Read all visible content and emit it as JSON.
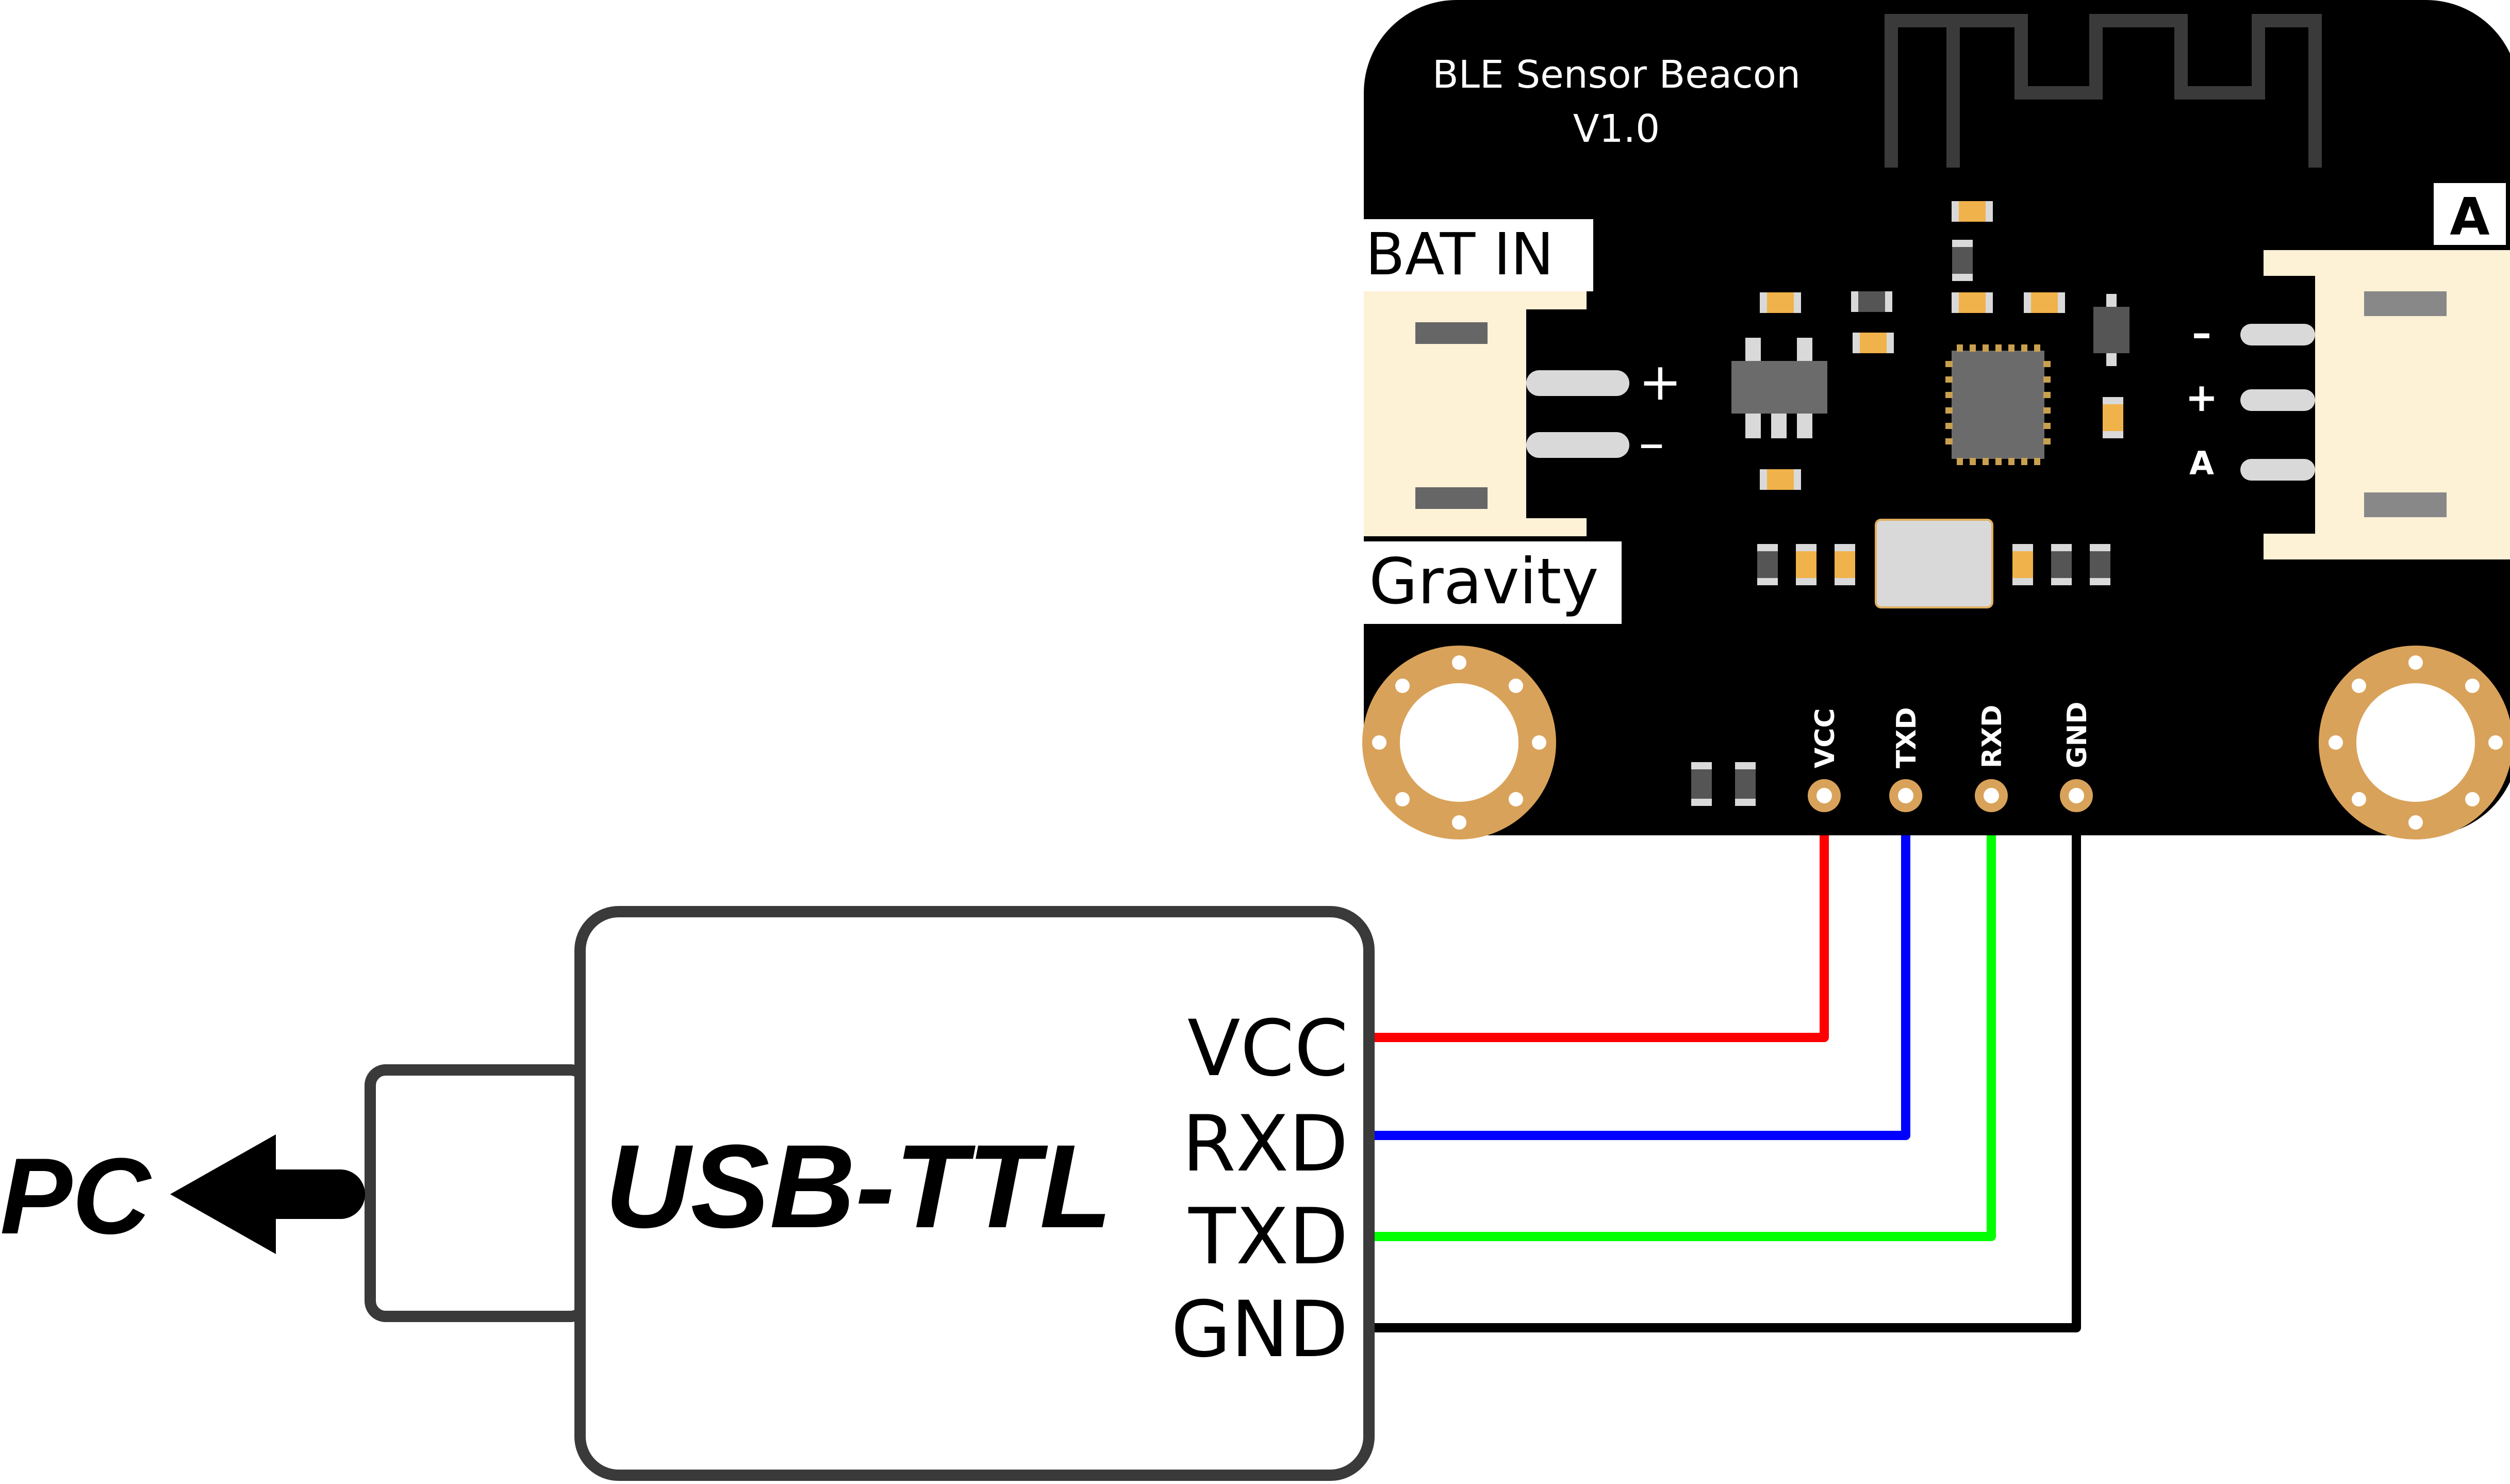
{
  "board": {
    "title_line1": "BLE Sensor Beacon",
    "title_line2": "V1.0",
    "bat_in_label": "BAT IN",
    "gravity_label": "Gravity",
    "port_a_label": "A",
    "bat_plus": "+",
    "bat_minus": "–",
    "port_minus": "–",
    "port_plus": "+",
    "port_a_pin": "A",
    "pins": [
      "VCC",
      "TXD",
      "RXD",
      "GND"
    ]
  },
  "usb_ttl": {
    "label": "USB-TTL",
    "pins": [
      "VCC",
      "RXD",
      "TXD",
      "GND"
    ]
  },
  "pc_label": "PC",
  "colors": {
    "board": "#000000",
    "pad": "#d9a25a",
    "connector": "#fdf1d6",
    "chip": "#6b6b6b",
    "smd_orange": "#f0b24a",
    "wire_vcc": "#ff0000",
    "wire_txd_board": "#0000ff",
    "wire_rxd_board": "#00ff00",
    "wire_gnd": "#000000",
    "outline": "#3a3a3a"
  }
}
